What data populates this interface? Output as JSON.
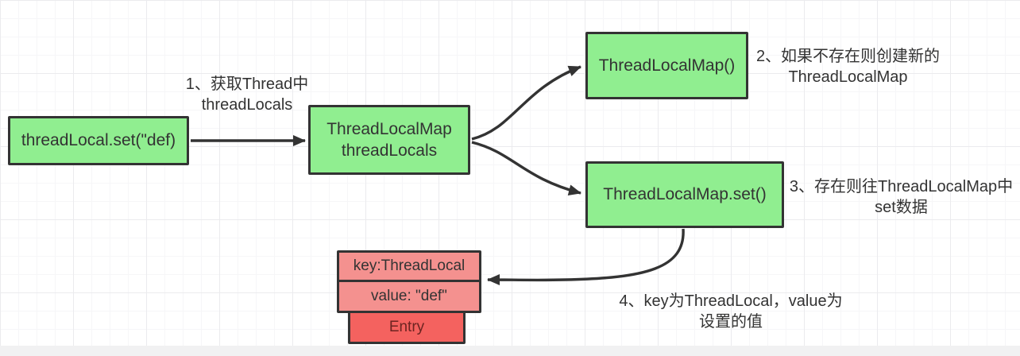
{
  "diagram": {
    "title": "ThreadLocal set flow diagram",
    "nodes": {
      "set_call": {
        "label": "threadLocal.set(\"def)"
      },
      "thread_map": {
        "line1": "ThreadLocalMap",
        "line2": "threadLocals"
      },
      "map_ctor": {
        "label": "ThreadLocalMap()"
      },
      "map_set": {
        "label": "ThreadLocalMap.set()"
      },
      "entry_key": {
        "label": "key:ThreadLocal"
      },
      "entry_value": {
        "label": "value: \"def\""
      },
      "entry": {
        "label": "Entry"
      }
    },
    "annotations": {
      "step1": {
        "line1": "1、获取Thread中",
        "line2": "threadLocals"
      },
      "step2": {
        "line1": "2、如果不存在则创建新的",
        "line2": "ThreadLocalMap"
      },
      "step3": {
        "line1": "3、存在则往ThreadLocalMap中",
        "line2": "set数据"
      },
      "step4": {
        "line1": "4、key为ThreadLocal，value为",
        "line2": "设置的值"
      }
    },
    "colors": {
      "node_green": "#90ee90",
      "node_pink": "#f4918f",
      "node_red": "#f4625f",
      "border": "#333333",
      "arrow": "#333333",
      "text": "#333333",
      "grid_minor": "#f6f6f8",
      "grid_major": "#ebebee"
    }
  }
}
